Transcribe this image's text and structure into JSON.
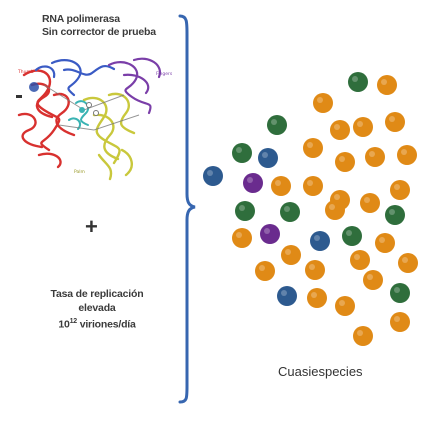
{
  "polymerase_label": {
    "line1": "RNA polimerasa",
    "line2": "Sin corrector de prueba"
  },
  "protein_structure": {
    "description": "ribbon",
    "colors": [
      "#d8312f",
      "#3a5bc4",
      "#d9d94a",
      "#7a3ea8",
      "#3ab3b3"
    ],
    "domain_labels": [
      "Thumb",
      "Fingers",
      "Palm"
    ]
  },
  "plus_sign": "+",
  "replication_label": {
    "line1": "Tasa de replicación",
    "line2": "elevada",
    "line3_prefix": "10",
    "line3_exp": "12",
    "line3_suffix": " viriones/día"
  },
  "brace_color": "#3766b0",
  "quasispecies_caption": "Cuasiespecies",
  "particle_colors": {
    "orange": "#e08a16",
    "green": "#2f6e3c",
    "blue": "#2d5a8f",
    "purple": "#6a2b8e"
  }
}
